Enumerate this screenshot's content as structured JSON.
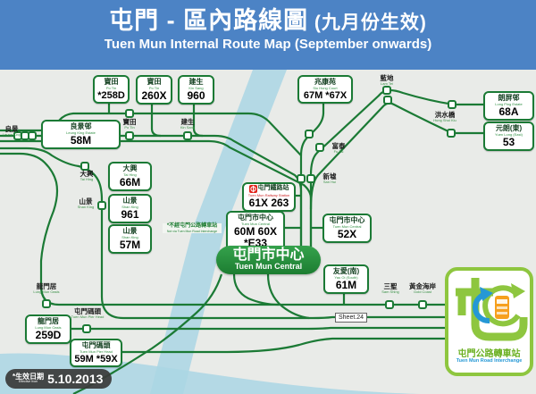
{
  "header": {
    "title_zh": "屯門 - 區內路線圖",
    "title_zh_paren": " (九月份生效)",
    "title_en": "Tuen Mun Internal Route Map (September onwards)"
  },
  "colors": {
    "header_bg": "#4c83c5",
    "route_line": "#1b7a35",
    "water": "#aad6e4",
    "pill_green": "#23913a",
    "logo_green": "#8ec63f",
    "logo_blue": "#2598d5",
    "railway_red": "#e2231a"
  },
  "central_pill": {
    "zh": "屯門市中心",
    "en": "Tuen Mun Central"
  },
  "route_boxes": [
    {
      "zh": "寶田",
      "en": "Po Tin",
      "routes": "*258D"
    },
    {
      "zh": "寶田",
      "en": "Po Tin",
      "routes": "260X"
    },
    {
      "zh": "建生",
      "en": "Kin Sang",
      "routes": "960"
    },
    {
      "zh": "兆康苑",
      "en": "Siu Hong Court",
      "routes": "67M *67X"
    },
    {
      "zh": "朗屏邨",
      "en": "Long Ping Estate",
      "routes": "68A"
    },
    {
      "zh": "元朗(東)",
      "en": "Yuen Long (East)",
      "routes": "53"
    },
    {
      "zh": "良景邨",
      "en": "Leung King Estate",
      "routes": "58M"
    },
    {
      "zh": "大興",
      "en": "Tai Hing",
      "routes": "66M"
    },
    {
      "zh": "山景",
      "en": "Shan King",
      "routes": "961"
    },
    {
      "zh": "山景",
      "en": "Shan King",
      "routes": "57M"
    },
    {
      "zh": "屯門鐵路站",
      "en": "Tuen Mun Railway Station",
      "routes": "61X 263"
    },
    {
      "zh": "屯門市中心",
      "en": "Tuen Mun Central",
      "routes": "60M 60X",
      "routes2": "*E33"
    },
    {
      "zh": "屯門市中心",
      "en": "Tuen Mun Central",
      "routes": "52X"
    },
    {
      "zh": "友愛(南)",
      "en": "Yau Oi (South)",
      "routes": "61M"
    },
    {
      "zh": "龍門居",
      "en": "Lung Mun Oasis",
      "routes": "259D"
    },
    {
      "zh": "屯門碼頭",
      "en": "Tuen Mun Pier Head",
      "routes": "59M *59X"
    }
  ],
  "stations": [
    {
      "zh": "良景",
      "en": "Leung King"
    },
    {
      "zh": "寶田",
      "en": "Po Tin"
    },
    {
      "zh": "建生",
      "en": "Kin Sang"
    },
    {
      "zh": "大興",
      "en": "Tai Hing"
    },
    {
      "zh": "山景",
      "en": "Shan King"
    },
    {
      "zh": "藍地",
      "en": "Lam Tei"
    },
    {
      "zh": "洪水橋",
      "en": "Hung Shui Kiu"
    },
    {
      "zh": "富泰",
      "en": "Fu Tai"
    },
    {
      "zh": "新墟",
      "en": "San Hui"
    },
    {
      "zh": "三聖",
      "en": "Sam Shing"
    },
    {
      "zh": "黃金海岸",
      "en": "Gold Coast"
    },
    {
      "zh": "龍門居",
      "en": "Lung Mun Oasis"
    },
    {
      "zh": "屯門碼頭",
      "en": "Tuen Mun Pier Head"
    }
  ],
  "note": {
    "zh": "*不經屯門公路轉車站",
    "en": "Not via Tuen Mun Road Interchange"
  },
  "sheet_label": "Sheet.24",
  "effective": {
    "zh": "*生效日期",
    "en": "Effective from",
    "date": "5.10.2013"
  },
  "interchange_logo": {
    "zh": "屯門公路轉車站",
    "en": "Tuen Mun Road Interchange"
  }
}
